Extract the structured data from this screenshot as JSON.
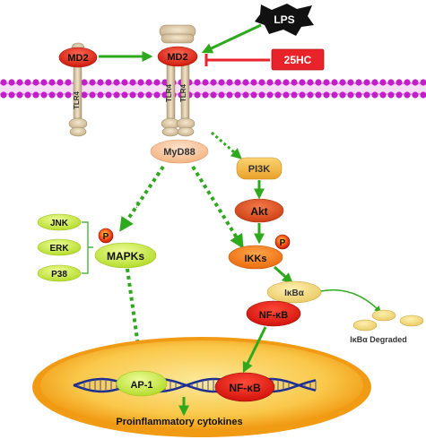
{
  "stimuli": {
    "lps": "LPS",
    "hc25": "25HC"
  },
  "receptors": {
    "md2_left": "MD2",
    "md2_right": "MD2",
    "tlr4_left": "TLR4",
    "tlr4_right_a": "TLR4",
    "tlr4_right_b": "TLR4"
  },
  "adaptors": {
    "myd88": "MyD88",
    "pi3k": "PI3K",
    "akt": "Akt"
  },
  "mapk_branch": {
    "jnk": "JNK",
    "erk": "ERK",
    "p38": "P38",
    "mapks": "MAPKs",
    "phospho": "P",
    "question": "?"
  },
  "nfkb_branch": {
    "ikks": "IKKs",
    "phospho": "P",
    "ikba": "IκBα",
    "nfkb": "NF-κB",
    "degraded": "IκBα Degraded"
  },
  "nucleus": {
    "ap1": "AP-1",
    "nfkb": "NF-κB",
    "output": "Proinflammatory cytokines"
  },
  "colors": {
    "activation_arrow": "#2ea81c",
    "inhibition": "#e8232a",
    "md2_red": "#e52a1f",
    "membrane_magenta": "#c21ec9",
    "myd88_peach": "#f7c7a0",
    "pi3k_orange": "#f3b43f",
    "akt_red_orange": "#e05524",
    "ikks_orange": "#f37a18",
    "lime": "#c9ec4b",
    "nucleus_orange": "#f4a21a",
    "nucleus_gold": "#fbd35a",
    "dna_blue": "#1b2e8f"
  }
}
